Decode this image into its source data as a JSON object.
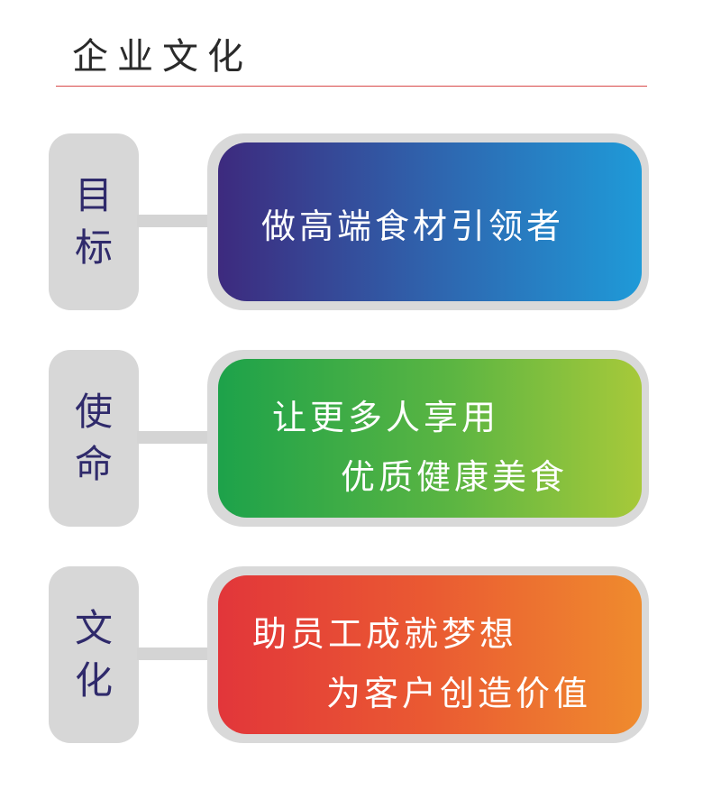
{
  "page": {
    "title": "企业文化"
  },
  "rows": [
    {
      "label": [
        "目",
        "标"
      ],
      "lines": [
        "做高端食材引领者"
      ]
    },
    {
      "label": [
        "使",
        "命"
      ],
      "lines": [
        "让更多人享用",
        "优质健康美食"
      ]
    },
    {
      "label": [
        "文",
        "化"
      ],
      "lines": [
        "助员工成就梦想",
        "为客户创造价值"
      ]
    }
  ],
  "colors": {
    "accent_rule": "#d94a4a",
    "label_text": "#2f2a6b",
    "label_bg": "#d7d7d7",
    "blue_gradient": [
      "#3d2a7e",
      "#2f63ad",
      "#1f9ad8"
    ],
    "green_gradient": [
      "#1da24a",
      "#5bb542",
      "#a7c93a"
    ],
    "orange_gradient": [
      "#e2363a",
      "#ea5a32",
      "#ef8b2e"
    ]
  }
}
